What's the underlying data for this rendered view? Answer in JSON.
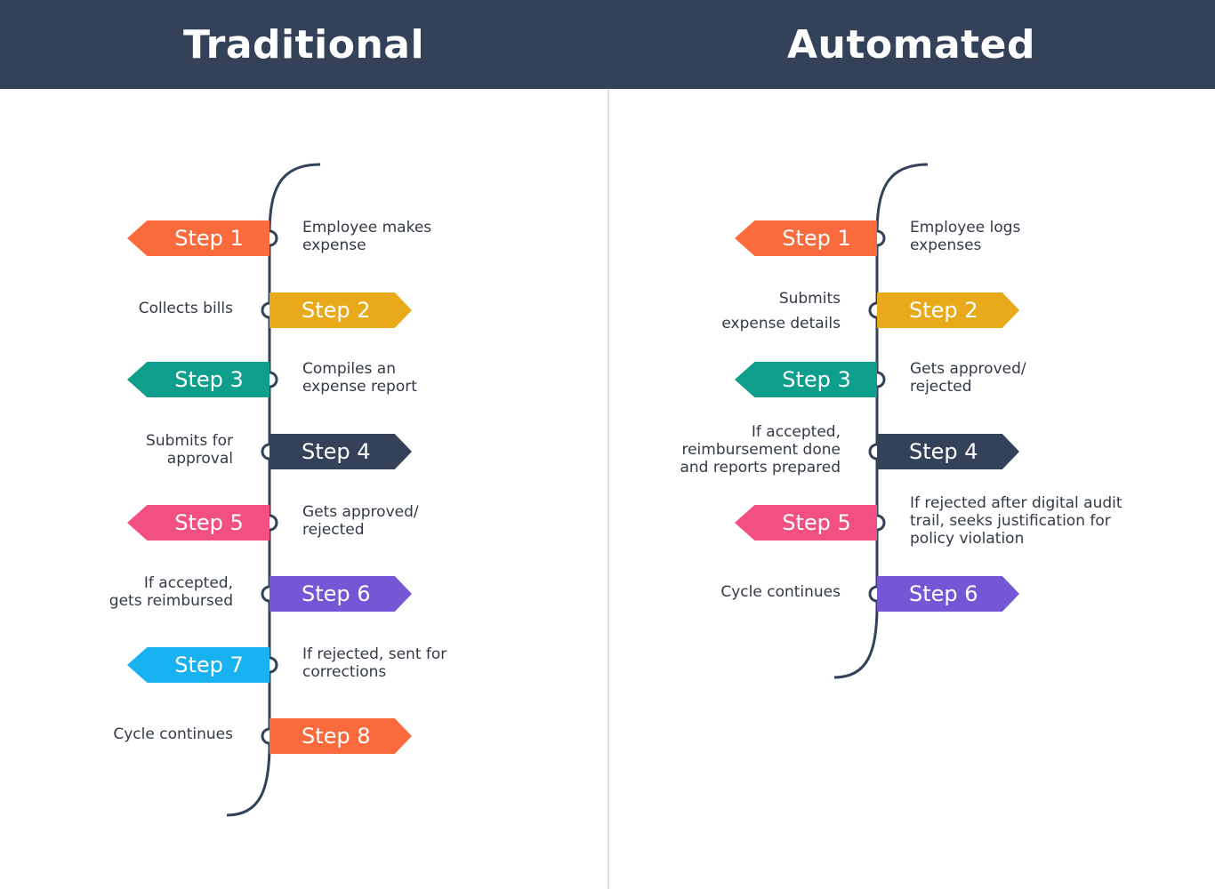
{
  "colors": {
    "header_bg": "#334159",
    "line": "#334159",
    "orange": "#fb6a3c",
    "yellow": "#e8aa1a",
    "teal": "#0e9e8c",
    "navy": "#334159",
    "pink": "#f24f82",
    "purple": "#7556d4",
    "sky": "#17b2ef"
  },
  "traditional": {
    "title": "Traditional",
    "steps": [
      {
        "label": "Step 1",
        "text": "Employee makes\nexpense",
        "color": "#fb6a3c"
      },
      {
        "label": "Step 2",
        "text": "Collects bills",
        "color": "#e8aa1a"
      },
      {
        "label": "Step 3",
        "text": "Compiles an\nexpense report",
        "color": "#0e9e8c"
      },
      {
        "label": "Step 4",
        "text": "Submits for\napproval",
        "color": "#334159"
      },
      {
        "label": "Step 5",
        "text": "Gets approved/\nrejected",
        "color": "#f24f82"
      },
      {
        "label": "Step 6",
        "text": "If accepted,\ngets reimbursed",
        "color": "#7556d4"
      },
      {
        "label": "Step 7",
        "text": "If rejected, sent for\ncorrections",
        "color": "#17b2ef"
      },
      {
        "label": "Step 8",
        "text": "Cycle continues",
        "color": "#fb6a3c"
      }
    ]
  },
  "automated": {
    "title": "Automated",
    "steps": [
      {
        "label": "Step 1",
        "text": "Employee logs\nexpenses",
        "color": "#fb6a3c"
      },
      {
        "label": "Step 2",
        "text": "Submits\nexpense details",
        "color": "#e8aa1a"
      },
      {
        "label": "Step 3",
        "text": "Gets approved/\nrejected",
        "color": "#0e9e8c"
      },
      {
        "label": "Step 4",
        "text": "If accepted,\nreimbursement done\nand reports prepared",
        "color": "#334159"
      },
      {
        "label": "Step 5",
        "text": "If rejected after digital audit\ntrail, seeks justification for\npolicy violation",
        "color": "#f24f82"
      },
      {
        "label": "Step 6",
        "text": "Cycle continues",
        "color": "#7556d4"
      }
    ]
  }
}
